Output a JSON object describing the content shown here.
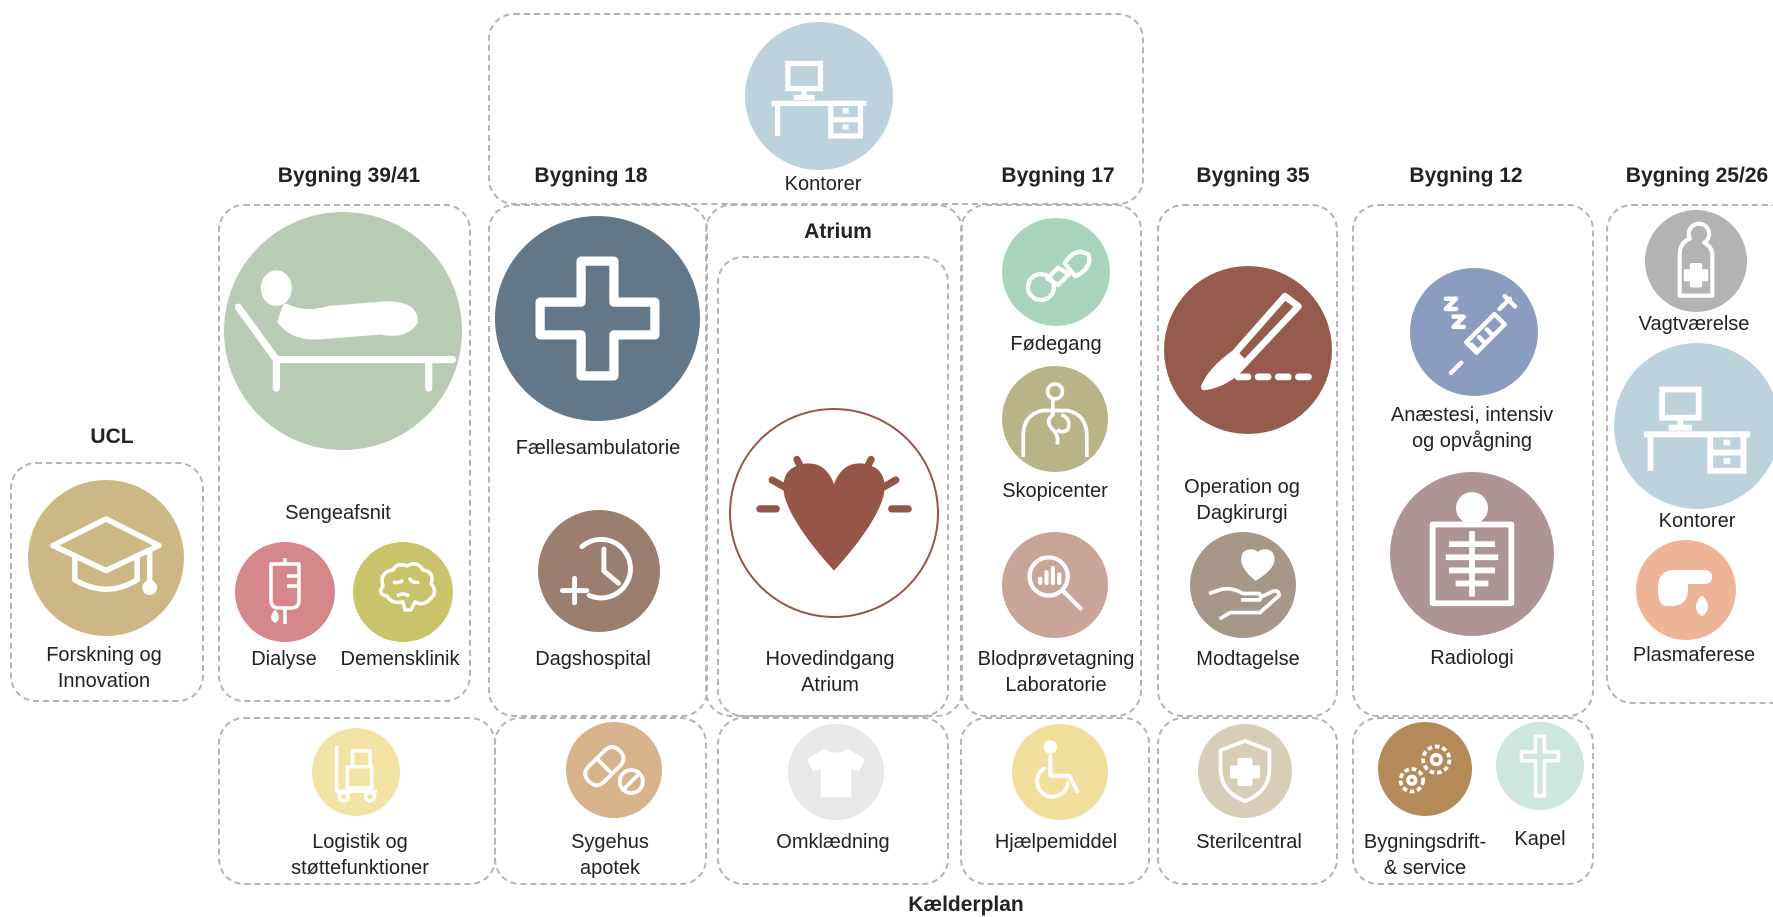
{
  "headers": {
    "ucl": "UCL",
    "b3941": "Bygning 39/41",
    "b18": "Bygning 18",
    "b17": "Bygning 17",
    "b35": "Bygning 35",
    "b12": "Bygning 12",
    "b2526": "Bygning 25/26",
    "atrium": "Atrium",
    "kaelder": "Kælderplan"
  },
  "labels": {
    "kontorer_top": "Kontorer",
    "forskning": "Forskning og\nInnovation",
    "sengeafsnit": "Sengeafsnit",
    "dialyse": "Dialyse",
    "demens": "Demensklinik",
    "faelles": "Fællesambulatorie",
    "dagshospital": "Dagshospital",
    "hovedindgang": "Hovedindgang\nAtrium",
    "fodegang": "Fødegang",
    "skopicenter": "Skopicenter",
    "blodprove": "Blodprøvetagning\nLaboratorie",
    "operation": "Operation og\nDagkirurgi",
    "modtagelse": "Modtagelse",
    "anaestesi": "Anæstesi, intensiv\nog opvågning",
    "radiologi": "Radiologi",
    "vagtvaerelse": "Vagtværelse",
    "kontorer_right": "Kontorer",
    "plasmaferese": "Plasmaferese",
    "logistik": "Logistik og\nstøttefunktioner",
    "apotek": "Sygehus\napotek",
    "omklaedning": "Omklædning",
    "hjaelpemiddel": "Hjælpemiddel",
    "sterilcentral": "Sterilcentral",
    "bygningsdrift": "Bygningsdrift-\n& service",
    "kapel": "Kapel"
  },
  "icons": {
    "kontorer_top": "desk-icon",
    "forskning": "graduation-cap-icon",
    "sengeafsnit": "patient-bed-icon",
    "dialyse": "iv-bag-icon",
    "demens": "brain-icon",
    "faelles": "medical-cross-icon",
    "dagshospital": "clock-plus-icon",
    "hovedindgang": "heart-icon",
    "fodegang": "pacifier-icon",
    "skopicenter": "endoscopy-icon",
    "blodprove": "magnifier-chart-icon",
    "operation": "scalpel-icon",
    "modtagelse": "hand-heart-icon",
    "anaestesi": "syringe-icon",
    "radiologi": "xray-icon",
    "vagtvaerelse": "door-hanger-icon",
    "kontorer_right": "desk-icon",
    "plasmaferese": "hand-drop-icon",
    "logistik": "hand-truck-icon",
    "apotek": "pills-icon",
    "omklaedning": "shirt-icon",
    "hjaelpemiddel": "wheelchair-icon",
    "sterilcentral": "shield-cross-icon",
    "bygningsdrift": "gears-icon",
    "kapel": "latin-cross-icon"
  },
  "colors": {
    "kontorer": "#BCD2DC",
    "forskning": "#CDB785",
    "sengeafsnit": "#B9CBB4",
    "dialyse": "#D5878A",
    "demens": "#C9C46C",
    "faelles": "#627888",
    "dagshospital": "#9B7E6E",
    "heart": "#955648",
    "fodegang": "#A8D4BE",
    "skopicenter": "#B8B487",
    "blodprove": "#C9A597",
    "operation": "#955C4D",
    "modtagelse": "#A69788",
    "anaestesi": "#8A9DC0",
    "radiologi": "#AE9495",
    "vagtvaerelse": "#B3B3B3",
    "plasmaferese": "#EDB497",
    "logistik": "#F2E2A4",
    "apotek": "#D8B28B",
    "omklaedning": "#E8E8E8",
    "hjaelpemiddel": "#F2DF9E",
    "sterilcentral": "#D8CDB6",
    "bygningsdrift": "#B58A59",
    "kapel": "#CDE7DC"
  }
}
